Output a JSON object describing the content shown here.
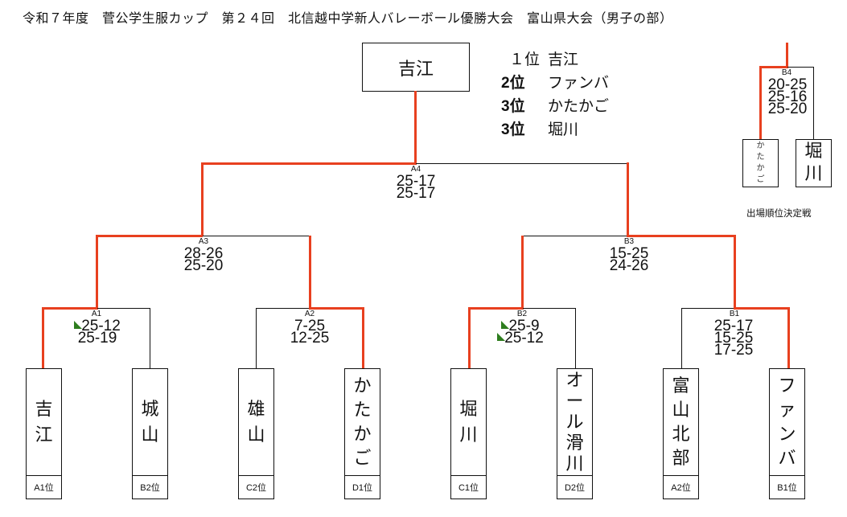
{
  "title": "令和７年度　菅公学生服カップ　第２４回　北信越中学新人バレーボール優勝大会　富山県大会（男子の部）",
  "champion": "吉江",
  "results": [
    {
      "rank": "１位",
      "team": "吉江"
    },
    {
      "rank": "2位",
      "team": "ファンバ"
    },
    {
      "rank": "3位",
      "team": "かたかご"
    },
    {
      "rank": "3位",
      "team": "堀川"
    }
  ],
  "matches": {
    "A4": {
      "label": "A4",
      "scores": [
        "25-17",
        "25-17"
      ]
    },
    "A3": {
      "label": "A3",
      "scores": [
        "28-26",
        "25-20"
      ]
    },
    "B3": {
      "label": "B3",
      "scores": [
        "15-25",
        "24-26"
      ]
    },
    "A1": {
      "label": "A1",
      "scores": [
        "25-12",
        "25-19"
      ]
    },
    "A2": {
      "label": "A2",
      "scores": [
        "7-25",
        "12-25"
      ]
    },
    "B2": {
      "label": "B2",
      "scores": [
        "25-9",
        "25-12"
      ]
    },
    "B1": {
      "label": "B1",
      "scores": [
        "25-17",
        "15-25",
        "17-25"
      ]
    },
    "B4": {
      "label": "B4",
      "scores": [
        "20-25",
        "25-16",
        "25-20"
      ]
    }
  },
  "teams": [
    {
      "name": [
        "吉",
        "江"
      ],
      "seed": "A1位"
    },
    {
      "name": [
        "城",
        "山"
      ],
      "seed": "B2位"
    },
    {
      "name": [
        "雄",
        "山"
      ],
      "seed": "C2位"
    },
    {
      "name": [
        "か",
        "た",
        "か",
        "ご"
      ],
      "seed": "D1位"
    },
    {
      "name": [
        "堀",
        "川"
      ],
      "seed": "C1位"
    },
    {
      "name": [
        "オ",
        "ー",
        "ル",
        "滑",
        "川"
      ],
      "seed": "D2位"
    },
    {
      "name": [
        "富",
        "山",
        "北",
        "部"
      ],
      "seed": "A2位"
    },
    {
      "name": [
        "フ",
        "ァ",
        "ン",
        "バ"
      ],
      "seed": "B1位"
    }
  ],
  "placement_match": {
    "teams": [
      {
        "name": [
          "か",
          "た",
          "か",
          "ご"
        ]
      },
      {
        "name": [
          "堀",
          "川"
        ]
      }
    ],
    "caption": "出場順位決定戦"
  },
  "colors": {
    "winner_line": "#e8401f",
    "normal_line": "#111111",
    "flag": "#2e7d1e"
  }
}
